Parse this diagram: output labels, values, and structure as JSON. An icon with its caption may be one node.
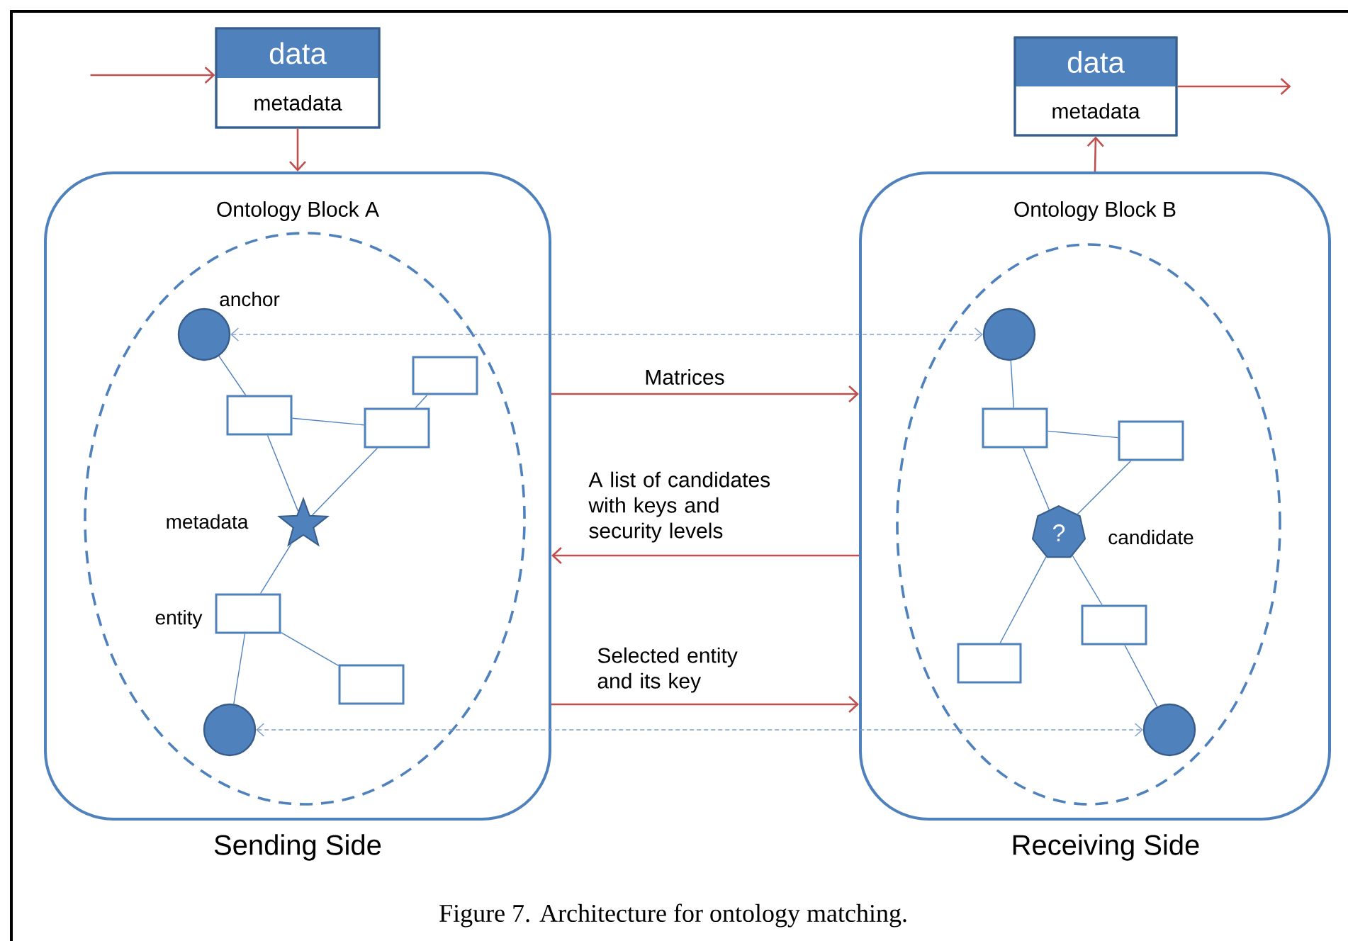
{
  "diagram": {
    "caption": "Figure 7. Architecture for ontology matching.",
    "nodes": [
      {
        "text": [
          "data",
          "metadata"
        ]
      },
      {
        "text": [
          "Ontology Block A"
        ],
        "beside": [
          "Sending Side"
        ]
      },
      {
        "text": [],
        "shape": "ellipse",
        "in": 1
      },
      {
        "text": [],
        "shape": "circle",
        "in": 2,
        "beside": [
          "anchor"
        ]
      },
      {
        "text": [],
        "shape": "box",
        "in": 2
      },
      {
        "text": [],
        "shape": "box",
        "in": 2
      },
      {
        "text": [],
        "shape": "box",
        "in": 2
      },
      {
        "text": [],
        "shape": "star",
        "in": 2,
        "beside": [
          "metadata"
        ]
      },
      {
        "text": [],
        "shape": "box",
        "in": 2,
        "beside": [
          "entity"
        ]
      },
      {
        "text": [],
        "shape": "box",
        "in": 2
      },
      {
        "text": [],
        "shape": "circle",
        "in": 2
      },
      {
        "text": [
          "Ontology Block B"
        ],
        "beside": [
          "Receiving Side"
        ]
      },
      {
        "text": [],
        "shape": "ellipse",
        "in": 11
      },
      {
        "text": [],
        "shape": "circle",
        "in": 12
      },
      {
        "text": [],
        "shape": "box",
        "in": 12
      },
      {
        "text": [],
        "shape": "box",
        "in": 12
      },
      {
        "text": [
          "?"
        ],
        "in": 12,
        "beside": [
          "candidate"
        ]
      },
      {
        "text": [],
        "shape": "box",
        "in": 12
      },
      {
        "text": [],
        "shape": "box",
        "in": 12
      },
      {
        "text": [],
        "shape": "circle",
        "in": 12
      },
      {
        "text": [
          "data",
          "metadata"
        ]
      }
    ],
    "edges": [
      {
        "from": null,
        "to": 0,
        "arrow": "to",
        "color": "#c0504d"
      },
      {
        "from": 0,
        "to": 1,
        "arrow": "to",
        "color": "#c0504d"
      },
      {
        "from": 11,
        "to": 20,
        "arrow": "to",
        "color": "#c0504d"
      },
      {
        "from": 20,
        "to": null,
        "arrow": "to",
        "color": "#c0504d"
      },
      {
        "from": 1,
        "to": 11,
        "arrow": "to",
        "label": "Matrices",
        "color": "#c0504d"
      },
      {
        "from": 11,
        "to": 1,
        "arrow": "to",
        "label": "A list of candidates with keys and security levels",
        "color": "#c0504d"
      },
      {
        "from": 1,
        "to": 11,
        "arrow": "to",
        "label": "Selected entity and its key",
        "color": "#c0504d"
      },
      {
        "from": 3,
        "to": 13,
        "arrow": "both",
        "style": "dashed",
        "color": "#7f9fd0"
      },
      {
        "from": 10,
        "to": 19,
        "arrow": "both",
        "style": "dashed",
        "color": "#7f9fd0"
      },
      {
        "from": 3,
        "to": 4,
        "arrow": "none"
      },
      {
        "from": 4,
        "to": 5,
        "arrow": "none"
      },
      {
        "from": 5,
        "to": 6,
        "arrow": "none"
      },
      {
        "from": 4,
        "to": 7,
        "arrow": "none"
      },
      {
        "from": 5,
        "to": 7,
        "arrow": "none"
      },
      {
        "from": 7,
        "to": 8,
        "arrow": "none"
      },
      {
        "from": 8,
        "to": 9,
        "arrow": "none"
      },
      {
        "from": 8,
        "to": 10,
        "arrow": "none"
      },
      {
        "from": 13,
        "to": 14,
        "arrow": "none"
      },
      {
        "from": 14,
        "to": 15,
        "arrow": "none"
      },
      {
        "from": 14,
        "to": 16,
        "arrow": "none"
      },
      {
        "from": 15,
        "to": 16,
        "arrow": "none"
      },
      {
        "from": 16,
        "to": 18,
        "arrow": "none"
      },
      {
        "from": 16,
        "to": 17,
        "arrow": "none"
      },
      {
        "from": 17,
        "to": 19,
        "arrow": "none"
      }
    ]
  }
}
